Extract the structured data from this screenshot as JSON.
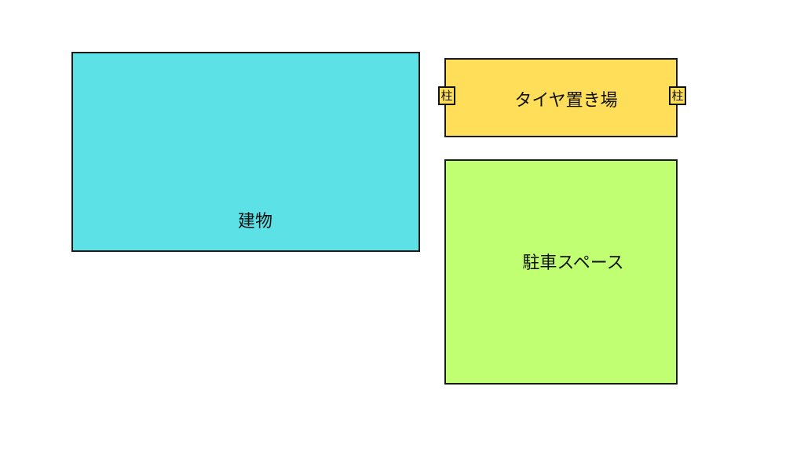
{
  "colors": {
    "building": "#5CE1E6",
    "tire_storage": "#FFDE59",
    "parking": "#C1FF72"
  },
  "areas": {
    "building": {
      "label": "建物"
    },
    "tire_storage": {
      "label": "タイヤ置き場"
    },
    "parking": {
      "label": "駐車スペース"
    }
  },
  "pillars": [
    {
      "label": "柱"
    },
    {
      "label": "柱"
    }
  ]
}
